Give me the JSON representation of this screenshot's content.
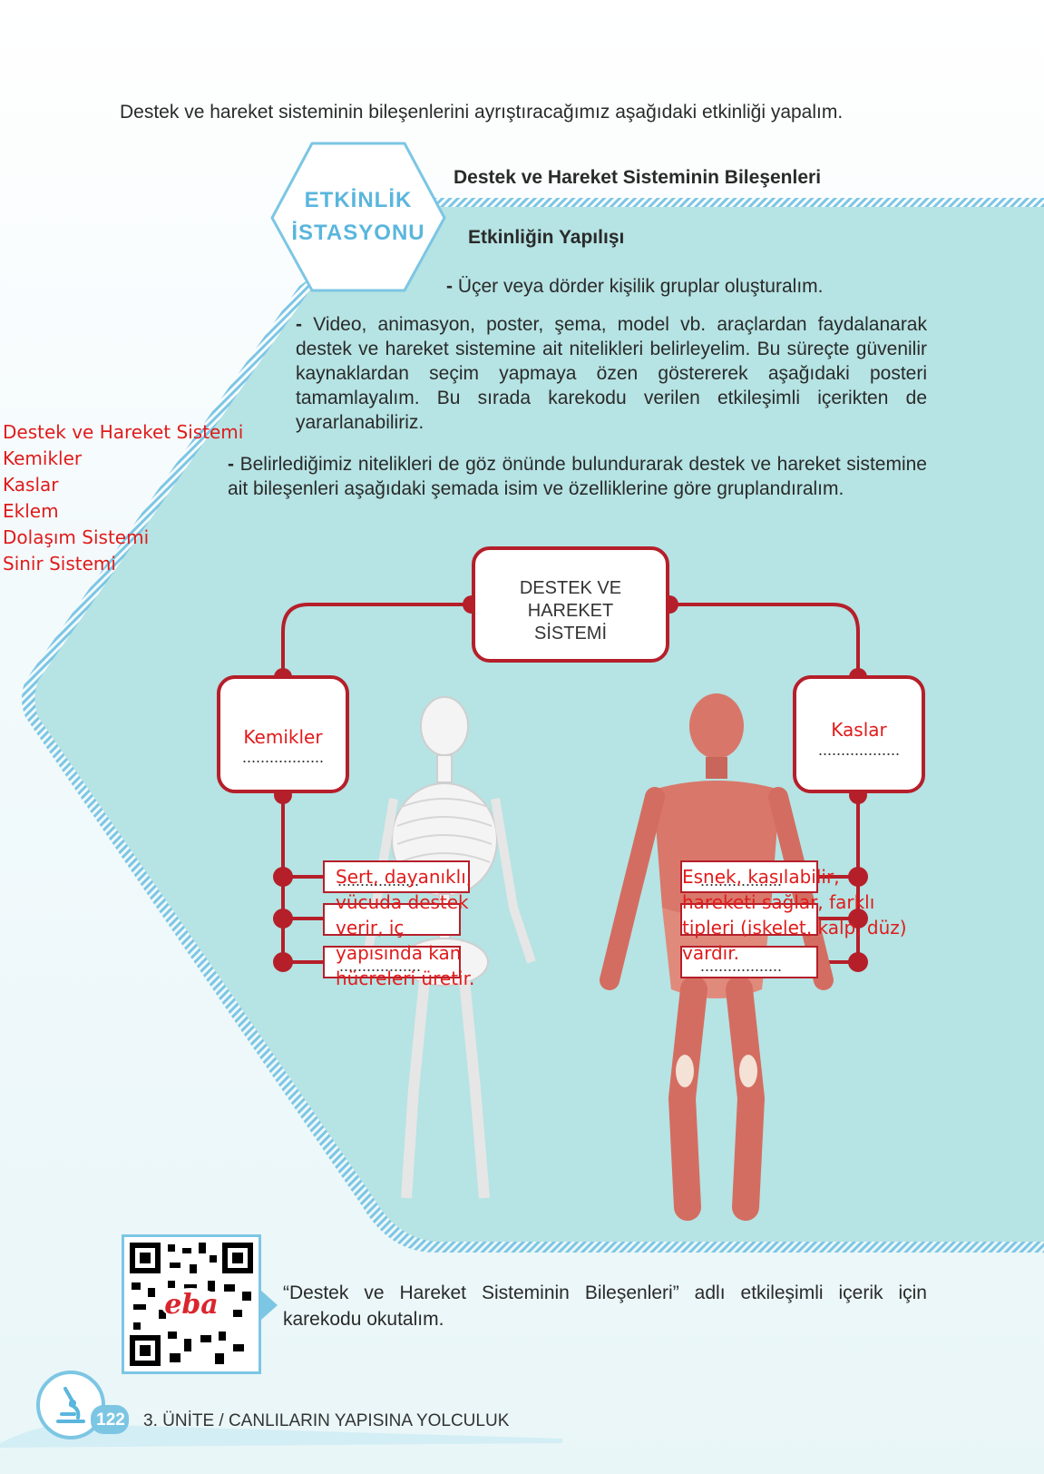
{
  "intro": "Destek ve hareket sisteminin bileşenlerini ayrıştıracağımız aşağıdaki etkinliği yapalım.",
  "badge": {
    "line1": "ETKİNLİK",
    "line2": "İSTASYONU"
  },
  "activity_title": "Destek ve Hareket Sisteminin Bileşenleri",
  "section_title": "Etkinliğin Yapılışı",
  "steps": [
    {
      "dash": "-",
      "text": " Üçer veya dörder kişilik gruplar oluşturalım."
    },
    {
      "dash": "-",
      "text": " Video, animasyon, poster, şema, model vb. araçlardan faydalanarak destek ve hareket sistemine ait nitelikleri belirleyelim. Bu süreçte güvenilir kaynaklardan seçim yapmaya özen göstererek aşağıdaki posteri tamamlayalım. Bu sırada karekodu verilen etkileşimli içerikten de yararlanabiliriz."
    },
    {
      "dash": "-",
      "text": " Belirlediğimiz nitelikleri de göz önünde bulundurarak destek ve hareket sistemine ait bileşenleri aşağıdaki şemada isim ve özelliklerine göre gruplandıralım."
    }
  ],
  "word_bank": [
    "Destek ve Hareket Sistemi",
    "Kemikler",
    "Kaslar",
    "Eklem",
    "Dolaşım Sistemi",
    "Sinir Sistemi"
  ],
  "diagram": {
    "root": {
      "line1": "DESTEK VE",
      "line2": "HAREKET",
      "line3": "SİSTEMİ"
    },
    "left": {
      "label": "Kemikler",
      "blank": "..................",
      "traits": [
        "Sert, dayanıklı,",
        "vücuda destek",
        "verir, iç",
        "yapısında kan",
        "hücreleri üretir."
      ],
      "trait_blanks": [
        "..................",
        ".................."
      ]
    },
    "right": {
      "label": "Kaslar",
      "blank": "..................",
      "traits": [
        "Esnek, kasılabilir,",
        "hareketi sağlar, farklı",
        "tipleri (iskelet, kalp, düz)",
        "vardır."
      ],
      "trait_blanks": [
        "..................",
        ".................."
      ]
    }
  },
  "qr": {
    "logo": "eba",
    "text": "“Destek ve Hareket Sisteminin Bileşenleri” adlı etkileşimli içerik için karekodu okutalım."
  },
  "footer": {
    "page": "122",
    "unit": "3. ÜNİTE / CANLILARIN YAPISINA YOLCULUK"
  },
  "colors": {
    "accent": "#5ab6dd",
    "panel": "#b6e3e3",
    "line": "#b51f2a",
    "handwriting": "#e01b1b"
  },
  "icons": [
    "microscope-icon",
    "qr-code-icon",
    "skeleton-illustration",
    "muscle-illustration"
  ]
}
